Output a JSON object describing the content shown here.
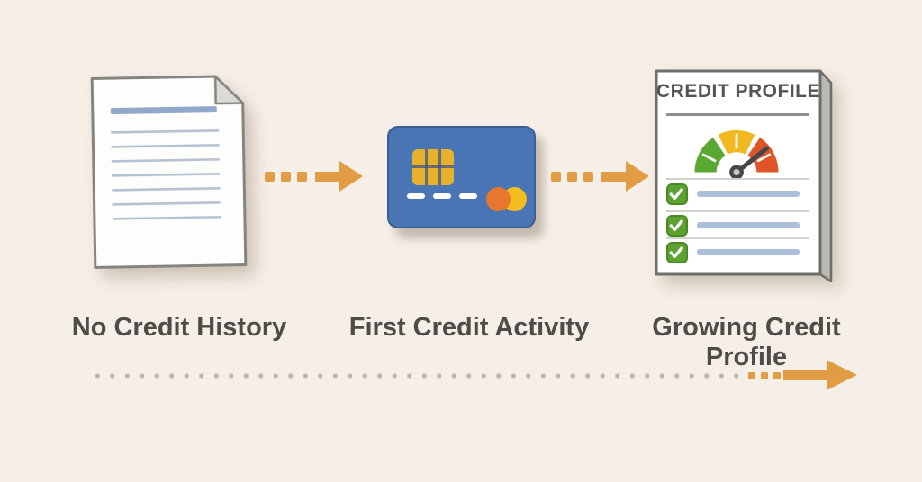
{
  "stages": [
    {
      "label": "No Credit History",
      "icon": "blank-document-icon"
    },
    {
      "label": "First Credit Activity",
      "icon": "credit-card-icon"
    },
    {
      "label": "Growing Credit Profile",
      "icon": "credit-report-icon"
    }
  ],
  "credit_report": {
    "title": "CREDIT PROFILE",
    "gauge": {
      "type": "semicircle-meter",
      "segment_colors": [
        "#5aa832",
        "#f2b822",
        "#df5429"
      ],
      "needle_color": "#474747",
      "needle_points_to": "upper-right-toward-red"
    },
    "checklist": {
      "item_count": 3,
      "check_color": "#5da230",
      "bar_color": "#abbfda"
    }
  },
  "connectors": {
    "style": "dashed-arrow",
    "count": 2,
    "color": "#e29c44"
  },
  "timeline": {
    "style": "dotted-line-arrow",
    "direction": "right",
    "dot_color": "#bcb8b1",
    "arrow_color": "#e29c44"
  },
  "colors": {
    "background": "#f6efe7",
    "label_text": "#4e4c49",
    "card_blue": "#4a75b4",
    "chip_gold": "#e5b22b",
    "circle_orange": "#e7772e",
    "circle_yellow": "#f3bd1d",
    "document_line_blue": "#92a8cb"
  }
}
